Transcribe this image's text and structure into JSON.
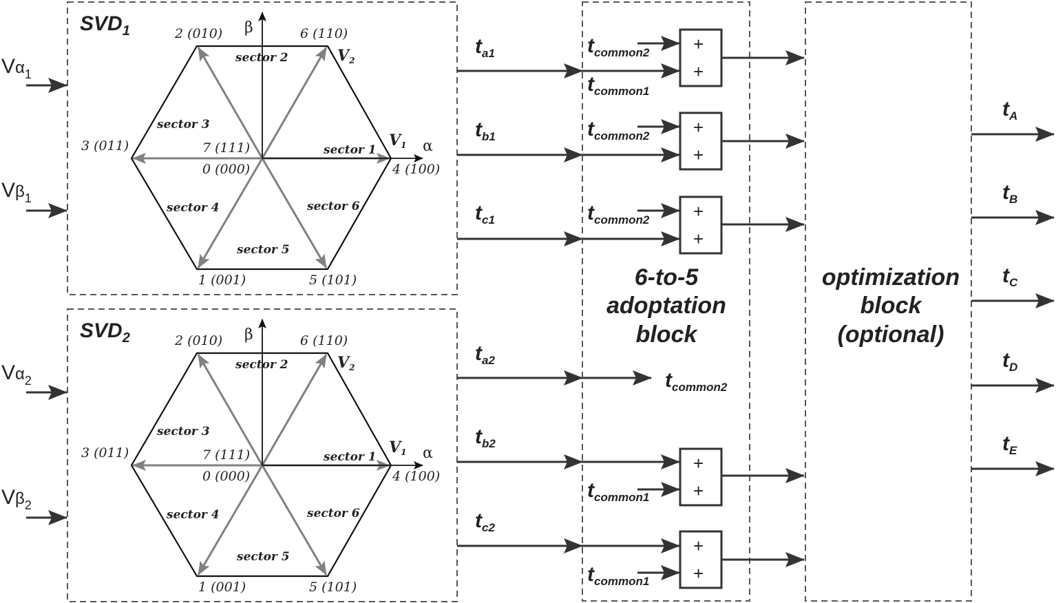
{
  "svd_blocks": [
    {
      "title_main": "SVD",
      "title_sub": "1",
      "in_alpha_main": "V",
      "in_alpha_greek": "α",
      "in_alpha_sub": "1",
      "in_beta_main": "V",
      "in_beta_greek": "β",
      "in_beta_sub": "1",
      "outputs": [
        {
          "main": "t",
          "sub": "a1"
        },
        {
          "main": "t",
          "sub": "b1"
        },
        {
          "main": "t",
          "sub": "c1"
        }
      ]
    },
    {
      "title_main": "SVD",
      "title_sub": "2",
      "in_alpha_main": "V",
      "in_alpha_greek": "α",
      "in_alpha_sub": "2",
      "in_beta_main": "V",
      "in_beta_greek": "β",
      "in_beta_sub": "2",
      "outputs": [
        {
          "main": "t",
          "sub": "a2"
        },
        {
          "main": "t",
          "sub": "b2"
        },
        {
          "main": "t",
          "sub": "c2"
        }
      ]
    }
  ],
  "hexagon": {
    "vertex_labels": [
      "4 (100)",
      "6 (110)",
      "2 (010)",
      "3 (011)",
      "1 (001)",
      "5 (101)"
    ],
    "center_top": "7 (111)",
    "center_bottom": "0 (000)",
    "sectors": [
      "sector 1",
      "sector 2",
      "sector 3",
      "sector 4",
      "sector 5",
      "sector 6"
    ],
    "v1": {
      "main": "V",
      "sub": "1"
    },
    "v2": {
      "main": "V",
      "sub": "2"
    },
    "axis_alpha": "α",
    "axis_beta": "β"
  },
  "adoption_block": {
    "title_lines": [
      "6-to-5",
      "adoptation",
      "block"
    ],
    "t_common1": {
      "main": "t",
      "sub": "common1"
    },
    "t_common2": {
      "main": "t",
      "sub": "common2"
    },
    "plus": "+"
  },
  "optimization_block": {
    "title_lines": [
      "optimization",
      "block",
      "(optional)"
    ]
  },
  "final_outputs": [
    {
      "main": "t",
      "sub": "A"
    },
    {
      "main": "t",
      "sub": "B"
    },
    {
      "main": "t",
      "sub": "C"
    },
    {
      "main": "t",
      "sub": "D"
    },
    {
      "main": "t",
      "sub": "E"
    }
  ]
}
